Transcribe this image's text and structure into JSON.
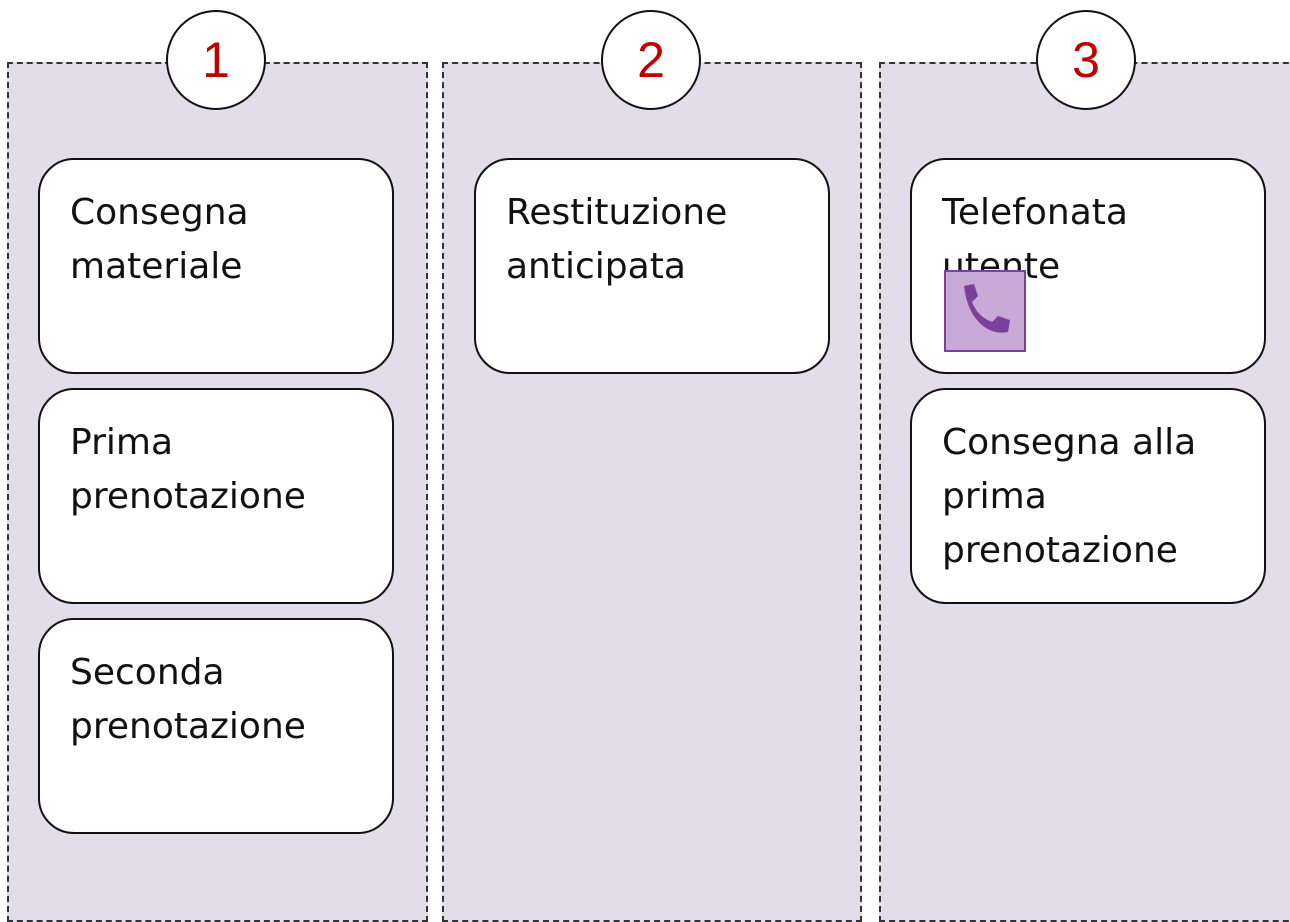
{
  "columns": [
    {
      "number": "1",
      "cards": [
        {
          "text": "Consegna\nmateriale"
        },
        {
          "text": "Prima\nprenotazione"
        },
        {
          "text": "Seconda\nprenotazione"
        }
      ]
    },
    {
      "number": "2",
      "cards": [
        {
          "text": "Restituzione\nanticipata"
        }
      ]
    },
    {
      "number": "3",
      "cards": [
        {
          "text": "Telefonata\nutente",
          "icon": "phone-icon"
        },
        {
          "text": "Consegna alla\nprima\nprenotazione"
        }
      ]
    }
  ],
  "colors": {
    "column_background": "#e3dde9",
    "number_color": "#c00000",
    "phone_icon_background": "#c9a9d6",
    "phone_icon_color": "#7b3f9c"
  }
}
